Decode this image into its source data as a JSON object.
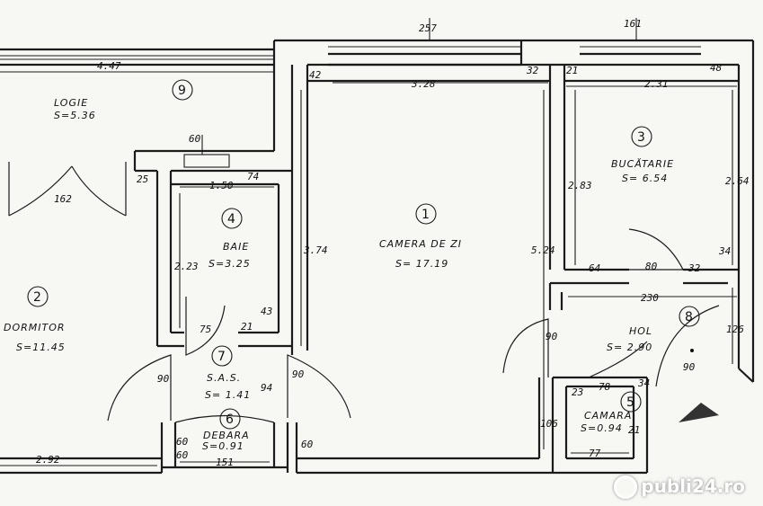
{
  "rooms": [
    {
      "num": "1",
      "name": "CAMERA DE ZI",
      "area": "S= 17.19"
    },
    {
      "num": "2",
      "name": "DORMITOR",
      "area": "S=11.45"
    },
    {
      "num": "3",
      "name": "BUCĂTARIE",
      "area": "S= 6.54"
    },
    {
      "num": "4",
      "name": "BAIE",
      "area": "S=3.25"
    },
    {
      "num": "5",
      "name": "CAMARA",
      "area": "S=0.94"
    },
    {
      "num": "6",
      "name": "DEBARA",
      "area": "S=0.91"
    },
    {
      "num": "7",
      "name": "S.A.S.",
      "area": "S= 1.41"
    },
    {
      "num": "8",
      "name": "HOL",
      "area": "S= 2.90"
    },
    {
      "num": "9",
      "name": "LOGIE",
      "area": "S=5.36"
    }
  ],
  "dims": {
    "d1": "4.47",
    "d2": "257",
    "d3": "161",
    "d4": "42",
    "d5": "3.28",
    "d6": "32",
    "d7": "21",
    "d8": "2.31",
    "d9": "48",
    "d10": "60",
    "d11": "25",
    "d12": "1.50",
    "d13": "74",
    "d14": "162",
    "d15": "2.23",
    "d16": "3.74",
    "d17": "5.24",
    "d18": "2.83",
    "d19": "2.64",
    "d20": "34",
    "d21": "64",
    "d22": "80",
    "d23": "32",
    "d24": "230",
    "d25": "126",
    "d26": "43",
    "d27": "21",
    "d28": "75",
    "d29": "90",
    "d30": "94",
    "d31": "90",
    "d32": "90",
    "d33": "90",
    "d34": "23",
    "d35": "78",
    "d36": "34",
    "d37": "21",
    "d38": "77",
    "d39": "106",
    "d40": "2.92",
    "d41": "60",
    "d42": "151",
    "d43": "60",
    "d44": "60"
  },
  "watermark": {
    "text": "publi24.ro"
  }
}
